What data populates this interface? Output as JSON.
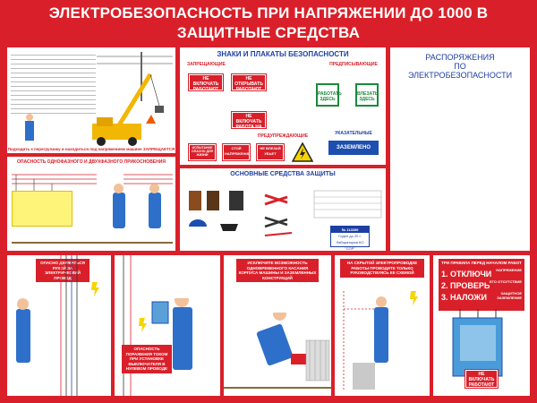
{
  "title_line1": "ЭЛЕКТРОБЕЗОПАСНОСТЬ ПРИ НАПРЯЖЕНИИ ДО 1000 В",
  "title_line2": "ЗАЩИТНЫЕ СРЕДСТВА",
  "crane": {
    "caption": "Подходить к перегрузчику и находиться под напряжением машине ЗАПРЕЩАЕТСЯ"
  },
  "touch": {
    "heading": "ОПАСНОСТЬ ОДНОФАЗНОГО И ДВУХФАЗНОГО ПРИКОСНОВЕНИЯ"
  },
  "signs": {
    "heading": "ЗНАКИ И ПЛАКАТЫ БЕЗОПАСНОСТИ",
    "prohibiting": "ЗАПРЕЩАЮЩИЕ",
    "prescriptive": "ПРЕДПИСЫВАЮЩИЕ",
    "warning": "ПРЕДУПРЕЖДАЮЩИЕ",
    "indicative": "УКАЗАТЕЛЬНЫЕ",
    "sign1": "НЕ ВКЛЮЧАТЬ РАБОТАЮТ ЛЮДИ",
    "sign2": "НЕ ОТКРЫВАТЬ РАБОТАЮТ ЛЮДИ",
    "sign3": "НЕ ВКЛЮЧАТЬ РАБОТА НА ЛИНИИ",
    "sign4": "РАБОТАТЬ ЗДЕСЬ",
    "sign5": "ВЛЕЗАТЬ ЗДЕСЬ",
    "sign6": "ИСПЫТАНИЕ ОПАСНО ДЛЯ ЖИЗНИ",
    "sign7": "СТОЙ НАПРЯЖЕНИЕ",
    "sign8": "НЕ ВЛЕЗАЙ УБЬЕТ",
    "sign9": "ЗАЗЕМЛЕНО"
  },
  "protection": {
    "heading": "ОСНОВНЫЕ СРЕДСТВА ЗАЩИТЫ",
    "tag_no": "№ 113399",
    "tag_date": "Годен до 20 г.",
    "tag_lab": "Лаборатория КО \"СОР\""
  },
  "orders": {
    "heading_line1": "РАСПОРЯЖЕНИЯ",
    "heading_line2": "ПО",
    "heading_line3": "ЭЛЕКТРОБЕЗОПАСНОСТИ"
  },
  "bottom": {
    "callout1": "ОПАСНО ДЕРЖАТЬСЯ РУКОЙ ЗА ЭЛЕКТРИЧЕСКИЙ ПРОВОД",
    "callout2": "ОПАСНОСТЬ ПОРАЖЕНИЯ ТОКОМ ПРИ УСТАНОВКЕ ВЫКЛЮЧАТЕЛЯ В НУЛЕВОМ ПРОВОДЕ",
    "callout3": "ИСКЛЮЧИТЕ ВОЗМОЖНОСТЬ ОДНОВРЕМЕННОГО КАСАНИЯ КОРПУСА МАШИНЫ И ЗАЗЕМЛЕННЫХ КОНСТРУКЦИЙ",
    "callout4": "НА СКРЫТОЙ ЭЛЕКТРОПРОВОДКЕ РАБОТЫ ПРОВОДИТЕ ТОЛЬКО РУКОВОДСТВУЯСЬ ЕЕ СХЕМОЙ",
    "rules_heading": "ТРИ ПРАВИЛА ПЕРЕД НАЧАЛОМ РАБОТ",
    "rule1": "1. ОТКЛЮЧИ",
    "rule2": "2. ПРОВЕРЬ",
    "rule3": "3. НАЛОЖИ",
    "rule1_note": "НАПРЯЖЕНИЕ",
    "rule2_note": "ЕГО ОТСУТСТВИЕ",
    "rule3_note": "ЗАЩИТНОЕ ЗАЗЕМЛЕНИЕ",
    "switch_sign": "НЕ ВКЛЮЧАТЬ РАБОТАЮТ ЛЮДИ"
  }
}
